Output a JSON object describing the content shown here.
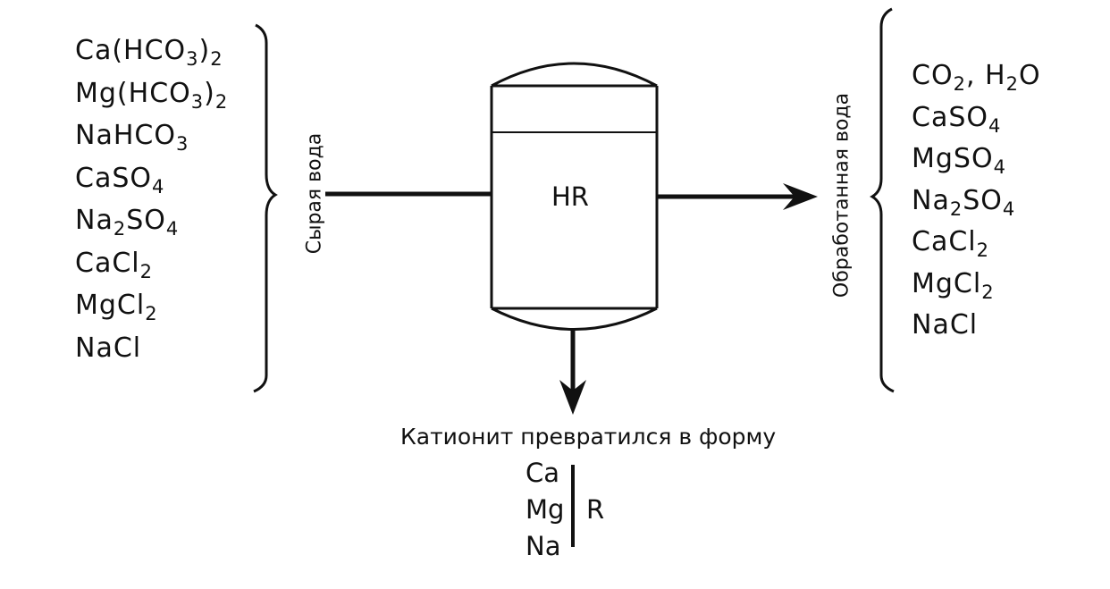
{
  "raw_water": {
    "label": "Сырая вода",
    "formulas": [
      [
        {
          "t": "Ca(HCO"
        },
        {
          "s": "3"
        },
        {
          "t": ")"
        },
        {
          "s": "2"
        }
      ],
      [
        {
          "t": "Mg(HCO"
        },
        {
          "s": "3"
        },
        {
          "t": ")"
        },
        {
          "s": "2"
        }
      ],
      [
        {
          "t": "NaHCO"
        },
        {
          "s": "3"
        }
      ],
      [
        {
          "t": "CaSO"
        },
        {
          "s": "4"
        }
      ],
      [
        {
          "t": "Na"
        },
        {
          "s": "2"
        },
        {
          "t": "SO"
        },
        {
          "s": "4"
        }
      ],
      [
        {
          "t": "CaCl"
        },
        {
          "s": "2"
        }
      ],
      [
        {
          "t": "MgCl"
        },
        {
          "s": "2"
        }
      ],
      [
        {
          "t": "NaCl"
        }
      ]
    ]
  },
  "reactor": {
    "label": "HR"
  },
  "treated_water": {
    "label": "Обработанная вода",
    "formulas": [
      [
        {
          "t": "CO"
        },
        {
          "s": "2"
        },
        {
          "t": ", H"
        },
        {
          "s": "2"
        },
        {
          "t": "O"
        }
      ],
      [
        {
          "t": "CaSO"
        },
        {
          "s": "4"
        }
      ],
      [
        {
          "t": "MgSO"
        },
        {
          "s": "4"
        }
      ],
      [
        {
          "t": "Na"
        },
        {
          "s": "2"
        },
        {
          "t": "SO"
        },
        {
          "s": "4"
        }
      ],
      [
        {
          "t": "CaCl"
        },
        {
          "s": "2"
        }
      ],
      [
        {
          "t": "MgCl"
        },
        {
          "s": "2"
        }
      ],
      [
        {
          "t": "NaCl"
        }
      ]
    ]
  },
  "resin_form": {
    "caption": "Катионит превратился в форму",
    "cations": [
      "Ca",
      "Mg",
      "Na"
    ],
    "anion": "R"
  }
}
